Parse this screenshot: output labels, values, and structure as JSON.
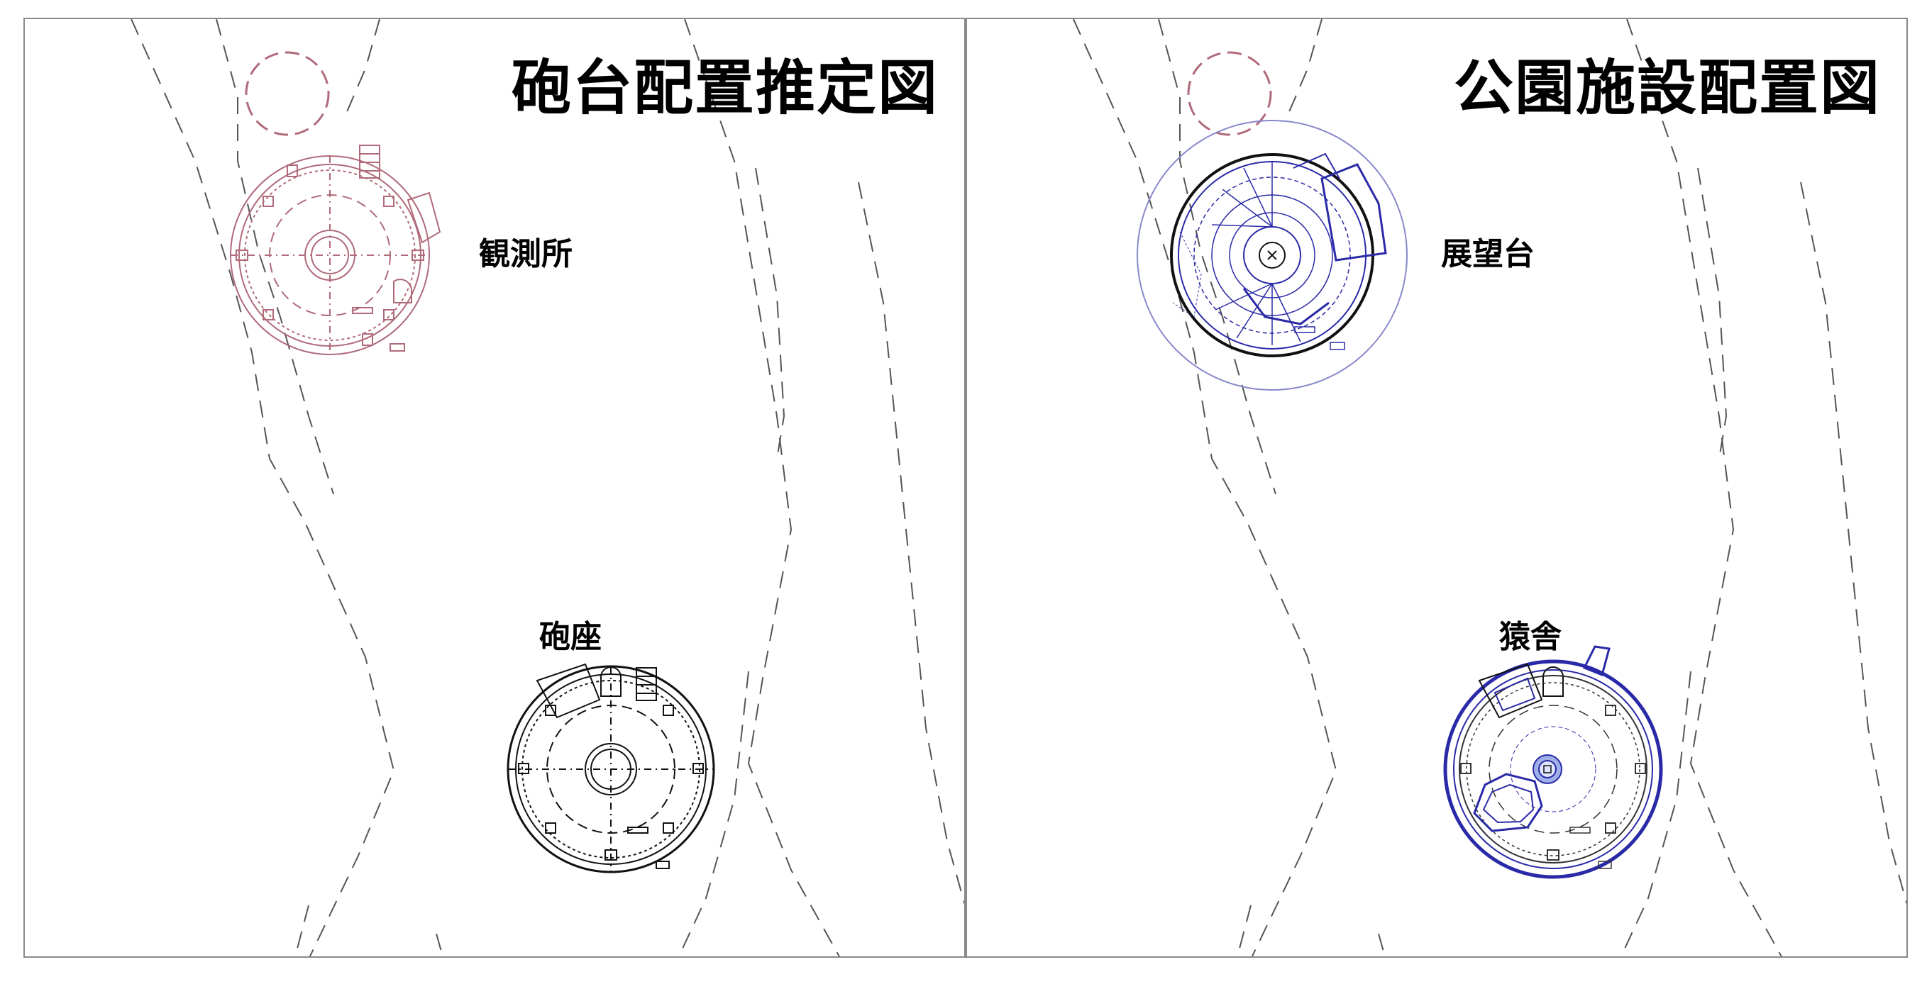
{
  "left_panel": {
    "title": "砲台配置推定図",
    "labels": {
      "upper": "観測所",
      "lower": "砲座"
    }
  },
  "right_panel": {
    "title": "公園施設配置図",
    "labels": {
      "upper": "展望台",
      "lower": "猿舎"
    }
  },
  "colors": {
    "frame": "#8a8a8a",
    "contour": "#555555",
    "observation_post": "#b06a7a",
    "gun_emplacement": "#111111",
    "park_blue": "#2a2aa8",
    "faint_blue": "#8888cc"
  }
}
